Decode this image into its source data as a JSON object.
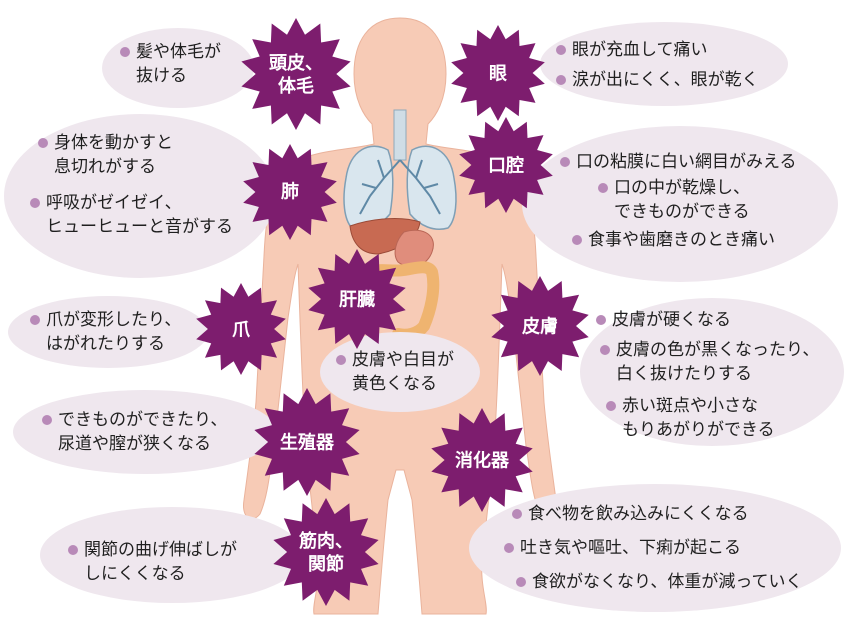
{
  "colors": {
    "burst": "#7d1d6e",
    "cloud": "#efe7ee",
    "bullet": "#b88ab8",
    "skin": "#f7cbb6",
    "lung": "#d9e6ee",
    "liver": "#c86a52",
    "colon": "#efb470"
  },
  "organs": [
    {
      "id": "scalp",
      "label": [
        "頭皮、",
        "体毛"
      ],
      "symptoms": [
        [
          "髪や体毛が",
          "抜ける"
        ]
      ]
    },
    {
      "id": "eye",
      "label": [
        "眼"
      ],
      "symptoms": [
        [
          "眼が充血して痛い"
        ],
        [
          "涙が出にくく、眼が乾く"
        ]
      ]
    },
    {
      "id": "lung",
      "label": [
        "肺"
      ],
      "symptoms": [
        [
          "身体を動かすと",
          "息切れがする"
        ],
        [
          "呼吸がゼイゼイ、",
          "ヒューヒューと音がする"
        ]
      ]
    },
    {
      "id": "mouth",
      "label": [
        "口腔"
      ],
      "symptoms": [
        [
          "口の粘膜に白い網目がみえる"
        ],
        [
          "口の中が乾燥し、",
          "できものができる"
        ],
        [
          "食事や歯磨きのとき痛い"
        ]
      ]
    },
    {
      "id": "liver",
      "label": [
        "肝臓"
      ],
      "symptoms": [
        [
          "皮膚や白目が",
          "黄色くなる"
        ]
      ]
    },
    {
      "id": "nail",
      "label": [
        "爪"
      ],
      "symptoms": [
        [
          "爪が変形したり、",
          "はがれたりする"
        ]
      ]
    },
    {
      "id": "skin",
      "label": [
        "皮膚"
      ],
      "symptoms": [
        [
          "皮膚が硬くなる"
        ],
        [
          "皮膚の色が黒くなったり、",
          "白く抜けたりする"
        ],
        [
          "赤い斑点や小さな",
          "もりあがりができる"
        ]
      ]
    },
    {
      "id": "genital",
      "label": [
        "生殖器"
      ],
      "symptoms": [
        [
          "できものができたり、",
          "尿道や膣が狭くなる"
        ]
      ]
    },
    {
      "id": "digestive",
      "label": [
        "消化器"
      ],
      "symptoms": [
        [
          "食べ物を飲み込みにくくなる"
        ],
        [
          "吐き気や嘔吐、下痢が起こる"
        ],
        [
          "食欲がなくなり、体重が減っていく"
        ]
      ]
    },
    {
      "id": "muscle",
      "label": [
        "筋肉、",
        "関節"
      ],
      "symptoms": [
        [
          "関節の曲げ伸ばしが",
          "しにくくなる"
        ]
      ]
    }
  ]
}
